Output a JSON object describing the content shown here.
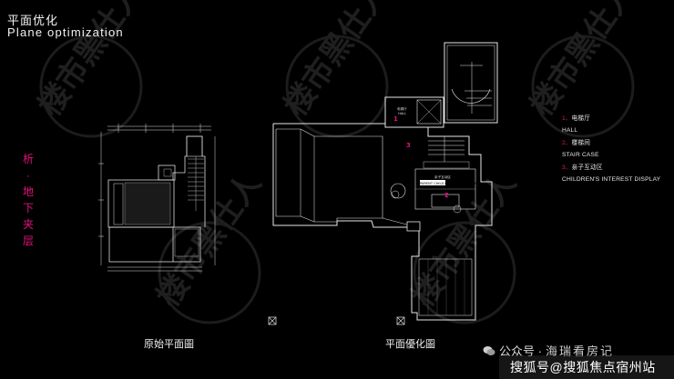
{
  "header": {
    "title_cn": "平面优化",
    "title_en": "Plane optimization"
  },
  "section_label": [
    "析",
    "·",
    "地",
    "下",
    "夹",
    "层"
  ],
  "captions": {
    "original": "原始平面圖",
    "optimized": "平面優化圖"
  },
  "legend": [
    {
      "num": "1、",
      "cn": "电梯厅",
      "en": "HALL"
    },
    {
      "num": "2、",
      "cn": "楼梯间",
      "en": "STAIR CASE"
    },
    {
      "num": "3、",
      "cn": "亲子互动区",
      "en": "CHILDREN'S INTEREST DISPLAY"
    }
  ],
  "plan_markers": [
    "1",
    "2",
    "3"
  ],
  "plan_labels": {
    "hall": "电梯厅",
    "hall_en": "HALL",
    "interest": "亲子互动区",
    "interest_en": "PARENT CHILD INTERACTION AREA"
  },
  "watermark": "楼市黑仕人",
  "wechat": {
    "prefix": "公众号 · ",
    "name": "海瑞看房记"
  },
  "sohu_footer": "搜狐号@搜狐焦点宿州站",
  "colors": {
    "background": "#000000",
    "accent": "#e4127c",
    "line": "#ffffff",
    "watermark": "#2a2a2a"
  }
}
